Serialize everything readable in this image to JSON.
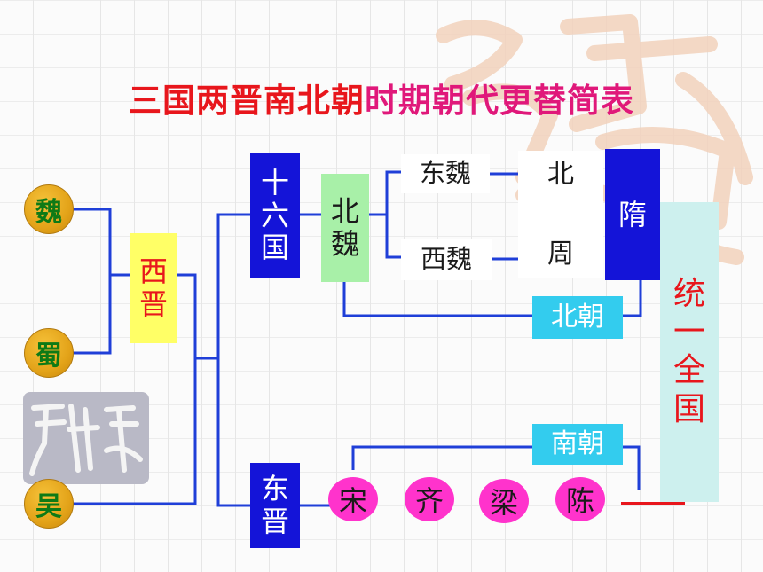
{
  "title": {
    "part1": "三国两晋南北朝",
    "part2": "时期朝代更替简表"
  },
  "three_kingdoms": {
    "wei": "魏",
    "shu": "蜀",
    "wu": "吴"
  },
  "west_jin": {
    "chars": [
      "西",
      "晋"
    ]
  },
  "sixteen_kingdoms": {
    "chars": [
      "十",
      "六",
      "国"
    ]
  },
  "east_jin": {
    "chars": [
      "东",
      "晋"
    ]
  },
  "north_wei": {
    "chars": [
      "北",
      "魏"
    ]
  },
  "east_wei": "东魏",
  "west_wei": "西魏",
  "north_zhou": {
    "chars": [
      "北",
      "周"
    ]
  },
  "sui": "隋",
  "north_dynasties": "北朝",
  "south_dynasties": "南朝",
  "southern_states": [
    "宋",
    "齐",
    "梁",
    "陈"
  ],
  "unify": {
    "chars": [
      "统",
      "一",
      "全",
      "国"
    ]
  },
  "colors": {
    "connector": "#1f3fd8",
    "title_red": "#e8161c",
    "title_magenta": "#e0187a",
    "blue_box": "#1414d8",
    "final_link": "#e8161c"
  }
}
